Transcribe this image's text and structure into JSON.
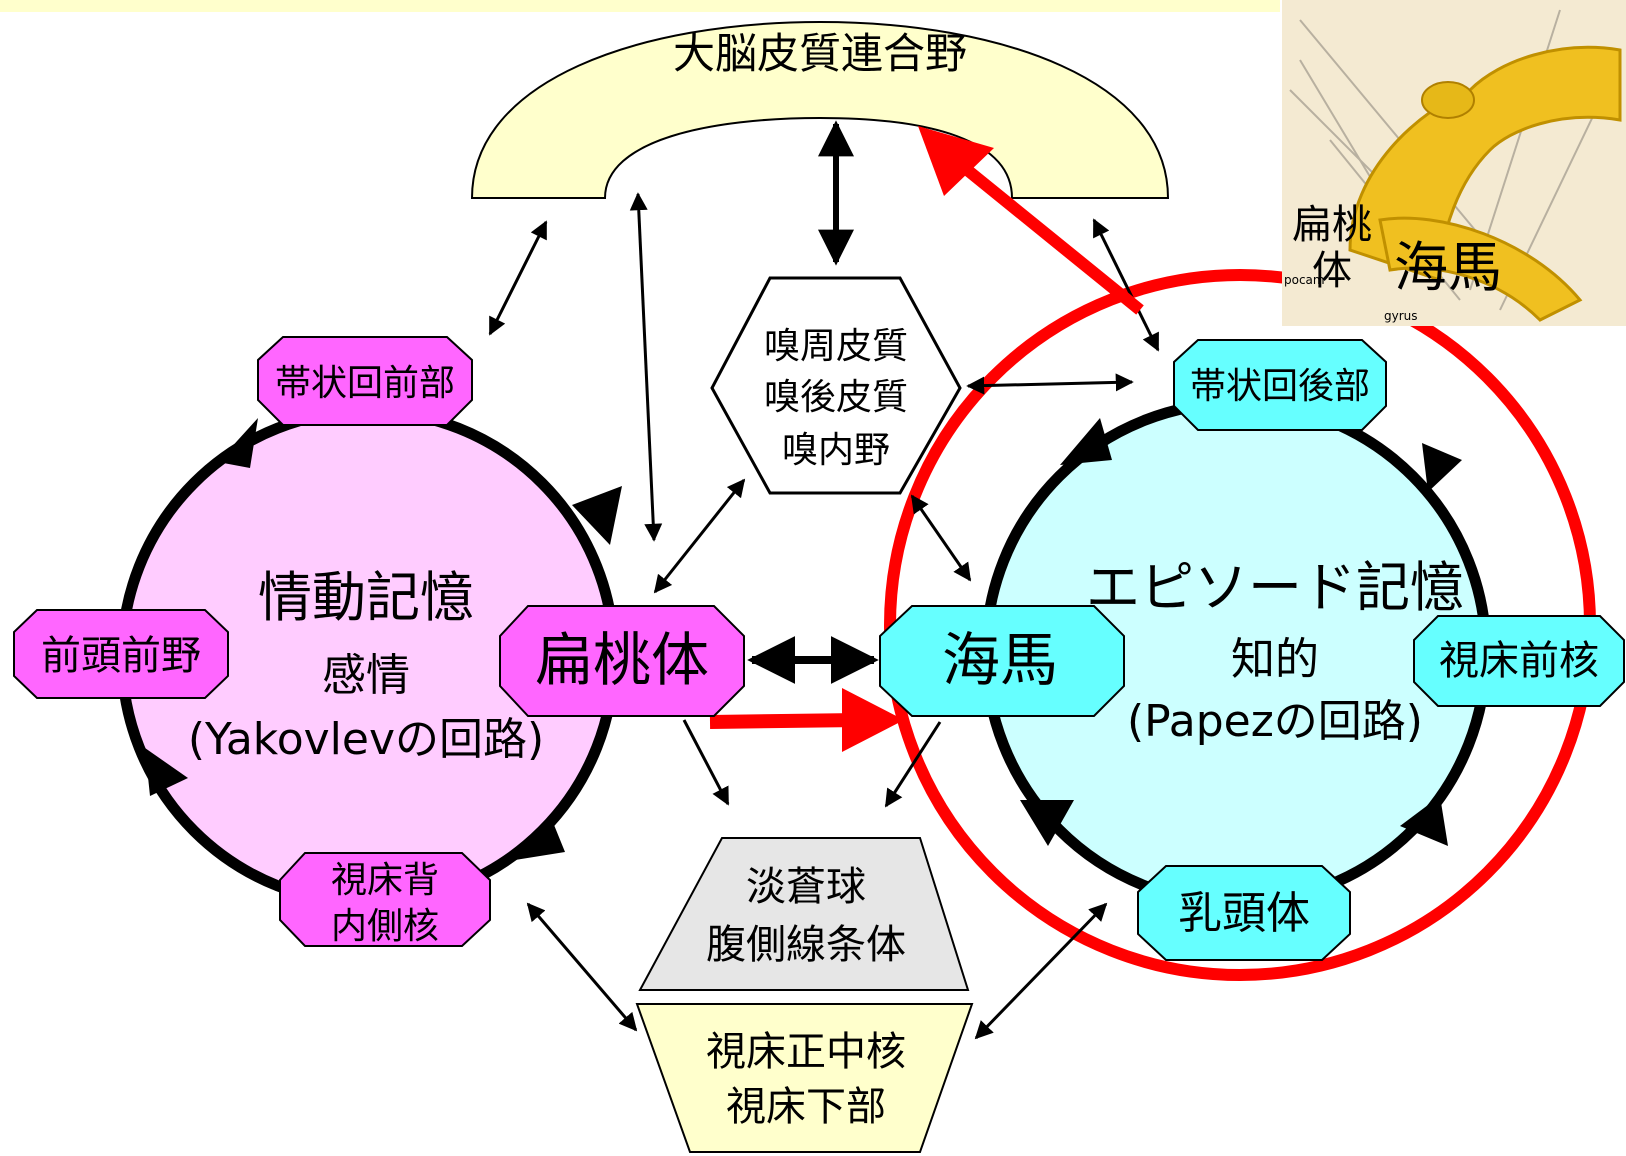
{
  "cortex": {
    "label": "大脳皮質連合野"
  },
  "olfactory": {
    "lines": [
      "嗅周皮質",
      "嗅後皮質",
      "嗅内野"
    ]
  },
  "yakovlev": {
    "title": "情動記憶",
    "subtitle": "感情",
    "circuit": "(Yakovlevの回路)",
    "fill": "#ffccff",
    "node_fill": "#ff66ff"
  },
  "papez": {
    "title": "エピソード記憶",
    "subtitle": "知的",
    "circuit": "(Papezの回路)",
    "fill": "#ccffff",
    "node_fill": "#66ffff"
  },
  "nodes": {
    "anterior_cingulate": "帯状回前部",
    "prefrontal": "前頭前野",
    "amygdala": "扁桃体",
    "mediodorsal_thalamus": [
      "視床背",
      "内側核"
    ],
    "posterior_cingulate": "帯状回後部",
    "hippocampus": "海馬",
    "anterior_thalamus": "視床前核",
    "mammillary": "乳頭体"
  },
  "pallidum": {
    "lines": [
      "淡蒼球",
      "腹側線条体"
    ]
  },
  "hypothalamus": {
    "lines": [
      "視床正中核",
      "視床下部"
    ]
  },
  "inset": {
    "amygdala_label": [
      "扁桃",
      "体"
    ],
    "hippocampus_label": "海馬",
    "fragment_left": "pocam",
    "fragment_right": "gyrus"
  },
  "colors": {
    "header_band": "#ffffcc",
    "cortex_fill": "#ffffcc",
    "pallidum_fill": "#e6e6e6",
    "hypothalamus_fill": "#ffffcc",
    "highlight_red": "#ff0000",
    "inset_bg": "#f4ead2",
    "inset_gold": "#f0c020"
  }
}
